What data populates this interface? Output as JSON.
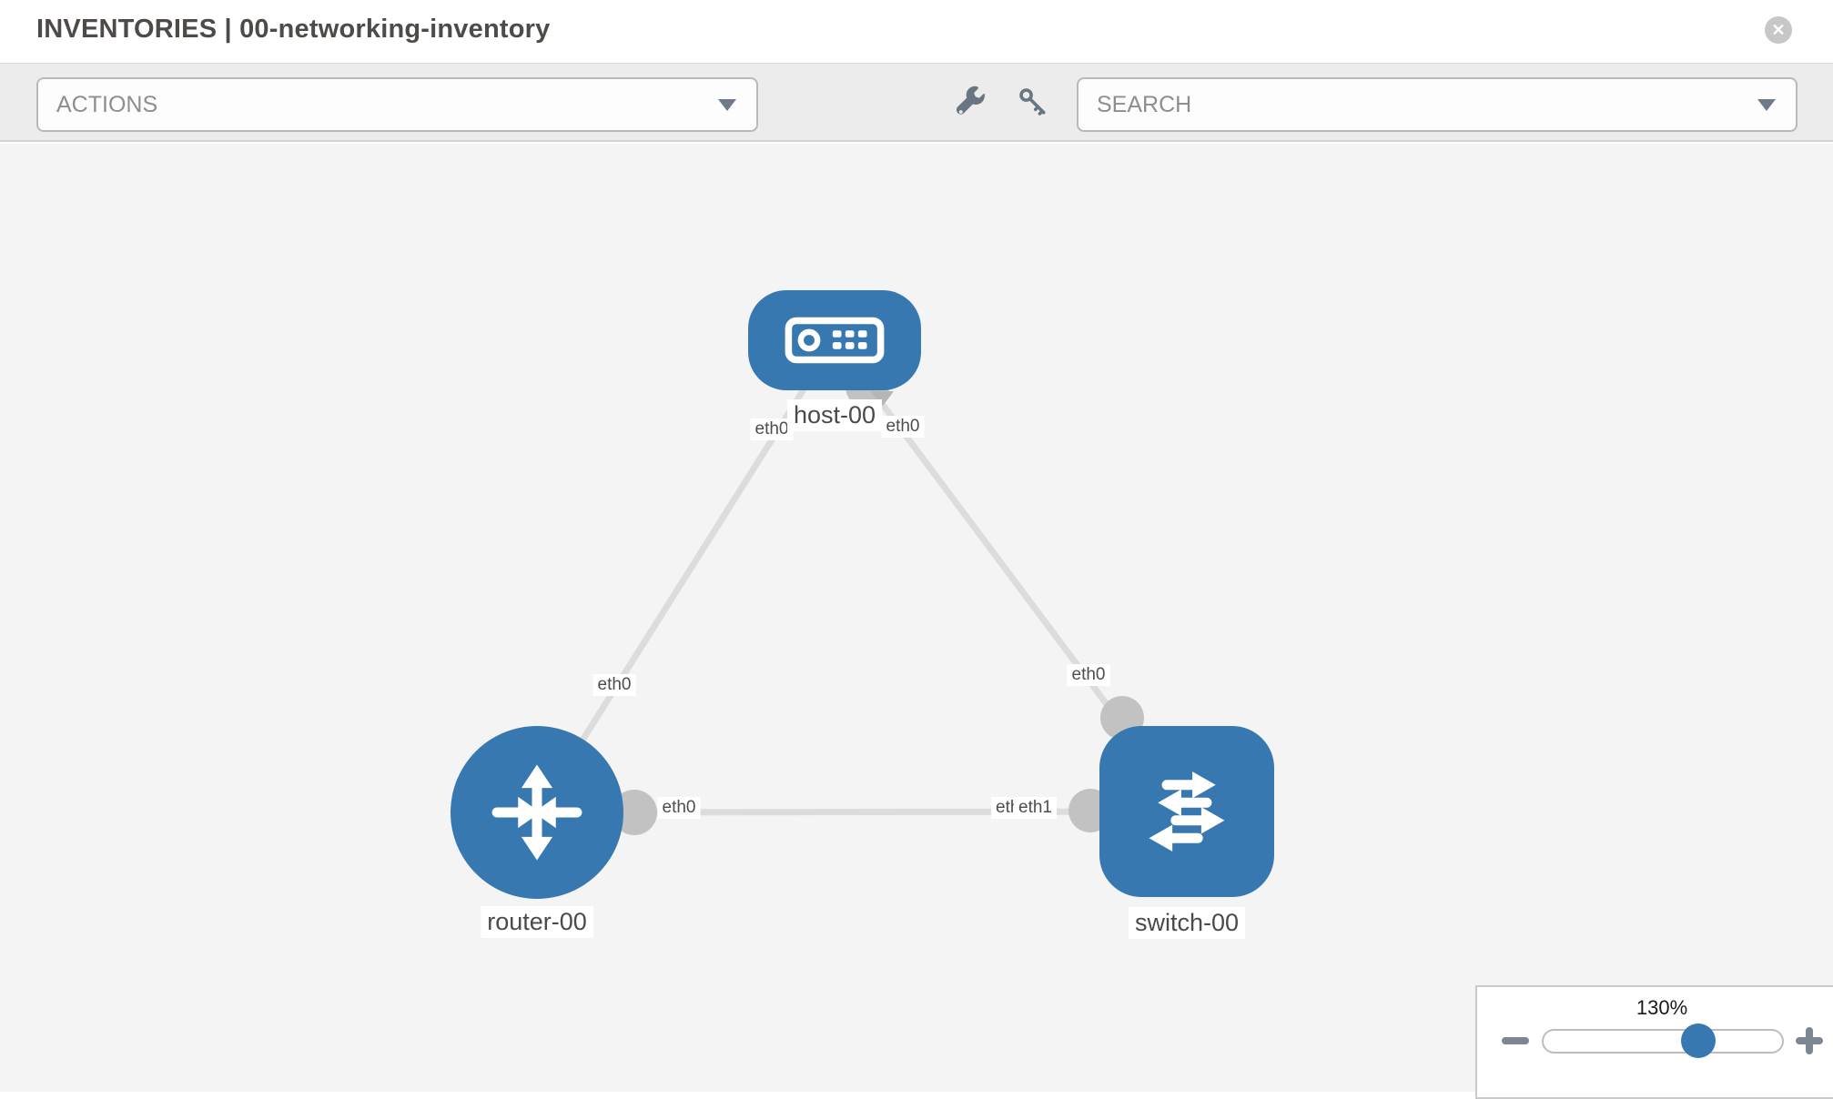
{
  "header": {
    "title": "INVENTORIES | 00-networking-inventory",
    "close_label": "✕"
  },
  "toolbar": {
    "actions": {
      "label": "ACTIONS"
    },
    "search": {
      "label": "SEARCH"
    },
    "icon_buttons": [
      "wrench-icon",
      "key-icon"
    ]
  },
  "topology": {
    "nodes": [
      {
        "id": "host-00",
        "type": "host",
        "label": "host-00"
      },
      {
        "id": "router-00",
        "type": "router",
        "label": "router-00"
      },
      {
        "id": "switch-00",
        "type": "switch",
        "label": "switch-00"
      }
    ],
    "links": [
      {
        "source": "host-00",
        "source_interface": "eth0",
        "target": "router-00",
        "target_interface": "eth0"
      },
      {
        "source": "host-00",
        "source_interface": "eth0",
        "target": "switch-00",
        "target_interface": "eth0"
      },
      {
        "source": "router-00",
        "source_interface": "eth0",
        "target": "switch-00",
        "target_interface": "eth1",
        "occluded_target_label": "eth0"
      }
    ],
    "node_labels": {
      "host": "host-00",
      "router": "router-00",
      "switch": "switch-00"
    },
    "iface_labels": {
      "host_left": "eth0",
      "host_right": "eth0",
      "host_router_mid": "eth0",
      "host_switch_mid": "eth0",
      "horiz_router_side": "eth0",
      "horiz_switch_under": "eth0",
      "horiz_switch_over": "eth1"
    }
  },
  "zoom_control": {
    "value": "130%"
  },
  "colors": {
    "node_blue": "#3878b1",
    "link_gray": "#dcdcdc",
    "interface_gray": "#c2c2c2",
    "toolbar_bg": "#ececec",
    "canvas_bg": "#f4f4f4"
  }
}
